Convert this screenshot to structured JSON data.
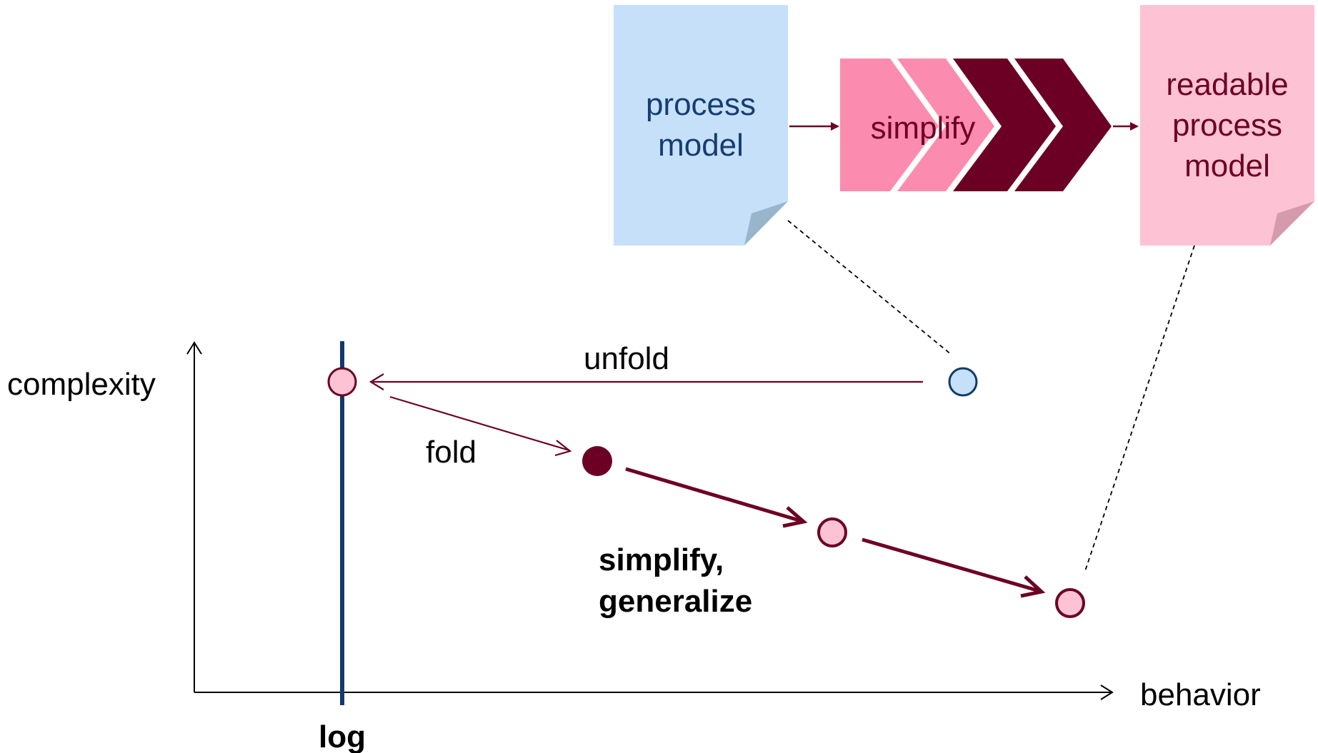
{
  "doc_input": {
    "line1": "process",
    "line2": "model"
  },
  "step": {
    "label": "simplify"
  },
  "doc_output": {
    "line1": "readable",
    "line2": "process",
    "line3": "model"
  },
  "axes": {
    "y_label": "complexity",
    "x_label": "behavior",
    "log_label": "log"
  },
  "arrows": {
    "unfold": "unfold",
    "fold": "fold",
    "simplify_line1": "simplify,",
    "simplify_line2": "generalize"
  },
  "colors": {
    "input_doc": "#c5e0f8",
    "input_doc_fold": "#99b5cc",
    "input_text": "#163c72",
    "output_doc": "#fdc3d4",
    "output_doc_fold": "#d69aad",
    "output_text": "#6c0024",
    "chevron_light": "#fc8bb0",
    "chevron_dark": "#6c0024",
    "log_line": "#133a6a",
    "arrow": "#6c0024",
    "point_blue": "#c5e0f8",
    "point_blue_stroke": "#133a6a",
    "point_pink": "#fdc3d4",
    "point_dark": "#6c0024"
  }
}
